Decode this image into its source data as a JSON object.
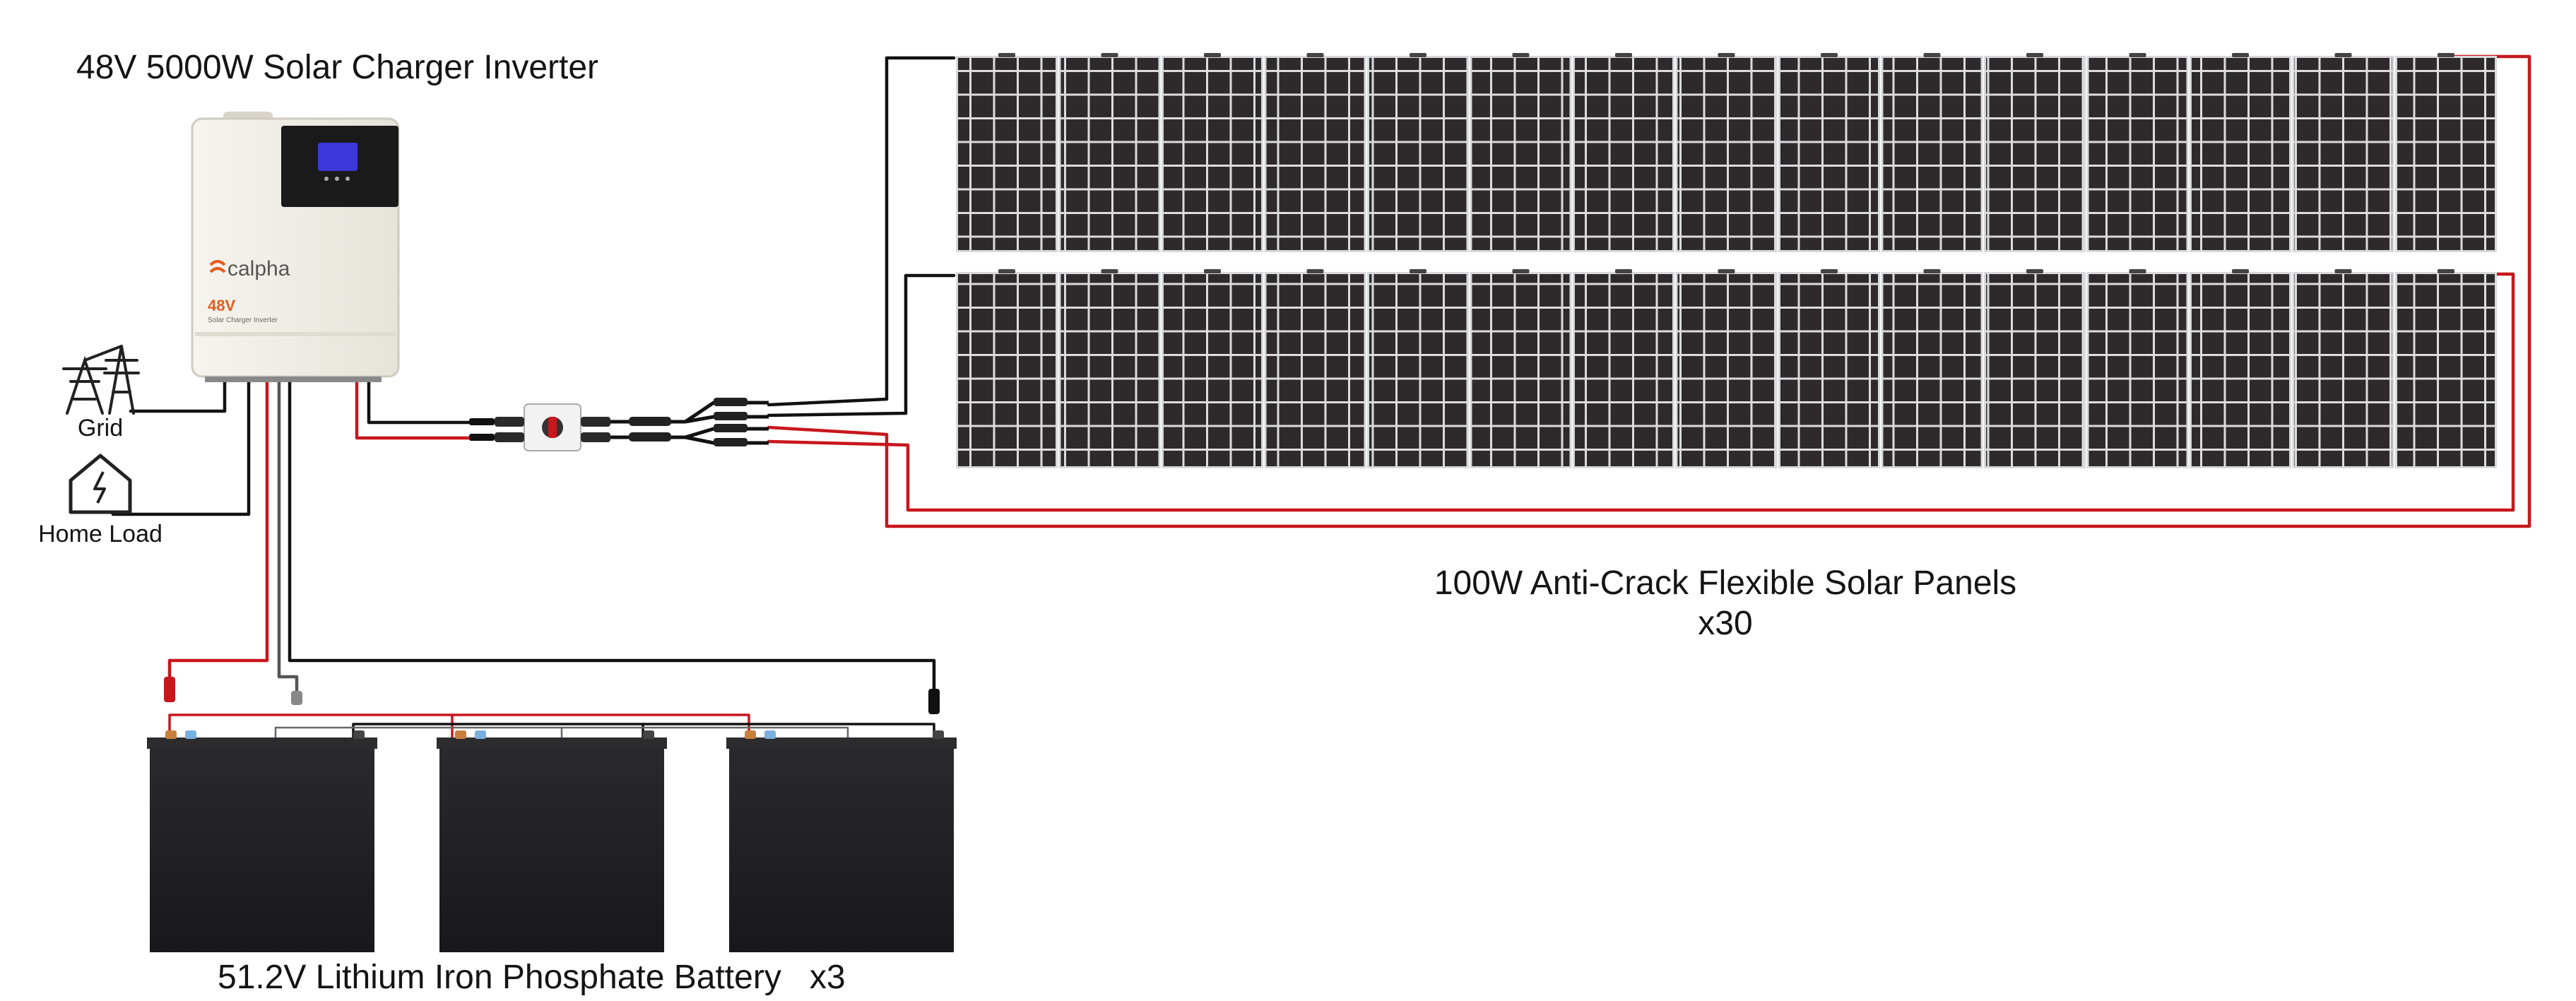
{
  "inverter": {
    "title": "48V 5000W Solar Charger Inverter",
    "brand": "calpha",
    "front_voltage": "48V",
    "front_subtitle": "Solar Charger Inverter"
  },
  "grid": {
    "label": "Grid",
    "icon": "power-tower-icon"
  },
  "home_load": {
    "label": "Home Load",
    "icon": "house-lightning-icon"
  },
  "solar_panels": {
    "title_line1": "100W Anti-Crack Flexible Solar Panels",
    "title_line2": "x30",
    "rows": 2,
    "panels_per_row": 15
  },
  "battery": {
    "title": "51.2V Lithium Iron Phosphate Battery   x3",
    "count": 3
  },
  "colors": {
    "positive_wire": "#c8161d",
    "negative_wire": "#111111",
    "inverter_body": "#efede6",
    "panel_cell": "#2e2a2b",
    "panel_frame": "#d8d9db",
    "battery_body": "#1f1f21"
  }
}
